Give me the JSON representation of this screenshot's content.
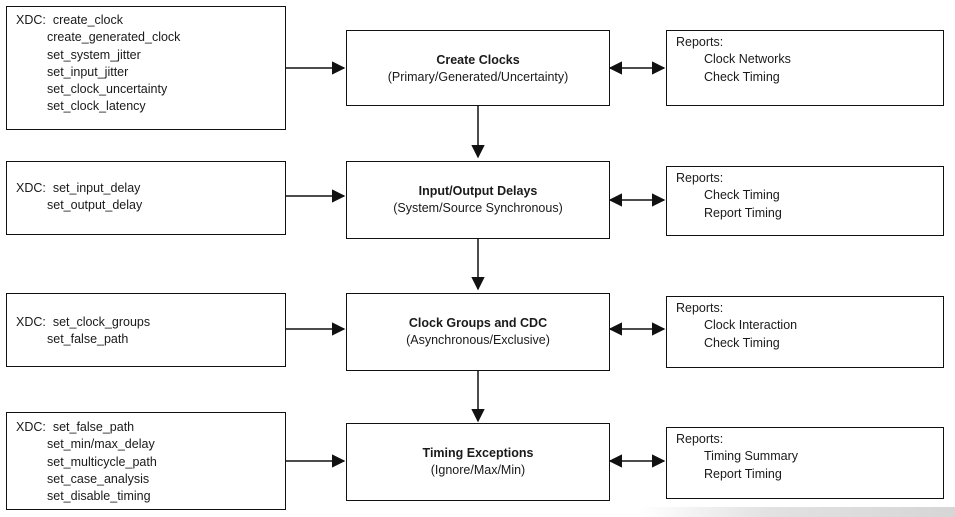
{
  "stages": [
    {
      "xdc_prefix": "XDC:",
      "xdc_commands": [
        "create_clock",
        "create_generated_clock",
        "set_system_jitter",
        "set_input_jitter",
        "set_clock_uncertainty",
        "set_clock_latency"
      ],
      "title": "Create Clocks",
      "subtitle": "(Primary/Generated/Uncertainty)",
      "reports_label": "Reports:",
      "reports": [
        "Clock Networks",
        "Check Timing"
      ]
    },
    {
      "xdc_prefix": "XDC:",
      "xdc_commands": [
        "set_input_delay",
        "set_output_delay"
      ],
      "title": "Input/Output Delays",
      "subtitle": "(System/Source Synchronous)",
      "reports_label": "Reports:",
      "reports": [
        "Check Timing",
        "Report Timing"
      ]
    },
    {
      "xdc_prefix": "XDC:",
      "xdc_commands": [
        "set_clock_groups",
        "set_false_path"
      ],
      "title": "Clock Groups and CDC",
      "subtitle": "(Asynchronous/Exclusive)",
      "reports_label": "Reports:",
      "reports": [
        "Clock Interaction",
        "Check Timing"
      ]
    },
    {
      "xdc_prefix": "XDC:",
      "xdc_commands": [
        "set_false_path",
        "set_min/max_delay",
        "set_multicycle_path",
        "set_case_analysis",
        "set_disable_timing"
      ],
      "title": "Timing Exceptions",
      "subtitle": "(Ignore/Max/Min)",
      "reports_label": "Reports:",
      "reports": [
        "Timing Summary",
        "Report Timing"
      ]
    }
  ]
}
